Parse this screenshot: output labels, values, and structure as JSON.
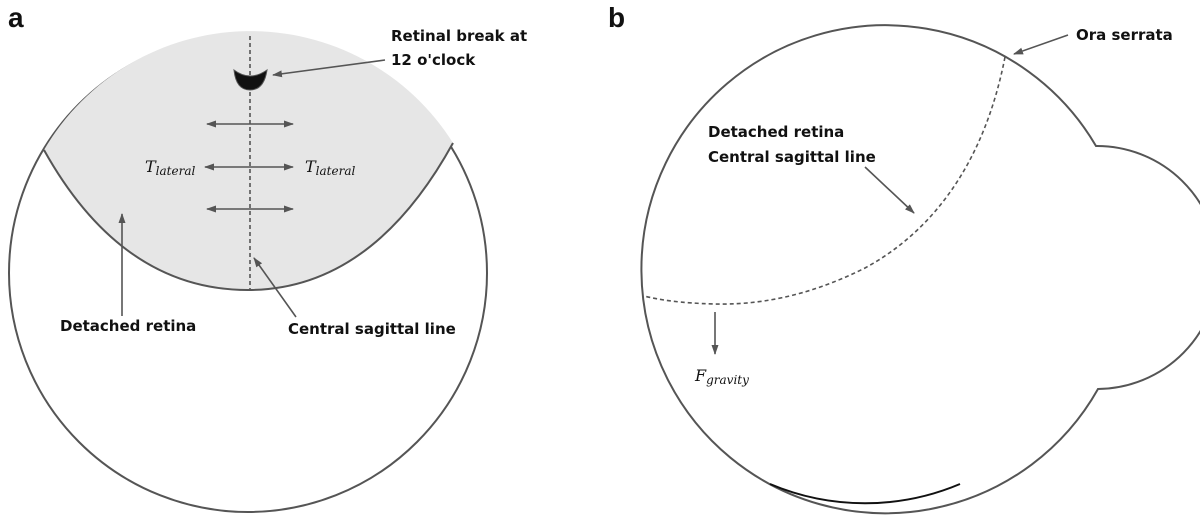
{
  "panel_a": {
    "letter": "a",
    "retinal_break_label_line1": "Retinal break at",
    "retinal_break_label_line2": "12 o'clock",
    "tension_main": "T",
    "tension_sub": "lateral",
    "detached_retina_label": "Detached retina",
    "central_sagittal_label": "Central sagittal line"
  },
  "panel_b": {
    "letter": "b",
    "ora_serrata_label": "Ora serrata",
    "detached_retina_label": "Detached retina",
    "central_sagittal_label": "Central sagittal line",
    "gravity_main": "F",
    "gravity_sub": "gravity"
  },
  "colors": {
    "detached_fill": "#e6e6e6",
    "outline": "#555555",
    "break_fill": "#111111"
  }
}
